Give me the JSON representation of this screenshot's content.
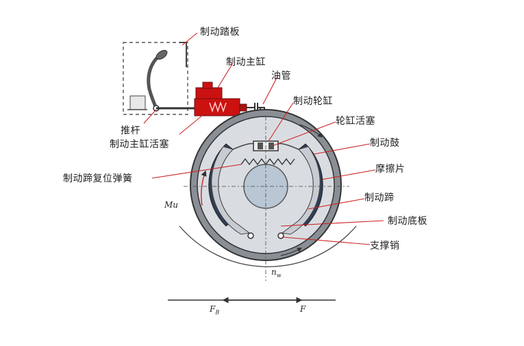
{
  "labels": {
    "brake_pedal": "制动踏板",
    "master_cylinder": "制动主缸",
    "oil_pipe": "油管",
    "wheel_cylinder": "制动轮缸",
    "wheel_cylinder_piston": "轮缸活塞",
    "brake_drum": "制动鼓",
    "friction_lining": "摩擦片",
    "brake_shoe_return_spring": "制动蹄复位弹簧",
    "brake_shoe": "制动蹄",
    "backing_plate": "制动底板",
    "anchor_pin": "支撑销",
    "push_rod": "推杆",
    "master_cylinder_piston": "制动主缸活塞"
  },
  "symbols": {
    "mu": "Mu",
    "nw": "n",
    "nw_sub": "w",
    "fb": "F",
    "fb_sub": "B",
    "f": "F"
  },
  "colors": {
    "drum": "#8a8f96",
    "drum_inner": "#d9dde2",
    "lining": "#2f3e58",
    "shoe": "#c8ccd2",
    "hub": "#b9c6d4",
    "master_cylinder": "#cc1111",
    "leader": "#cc2222",
    "line": "#333333"
  }
}
